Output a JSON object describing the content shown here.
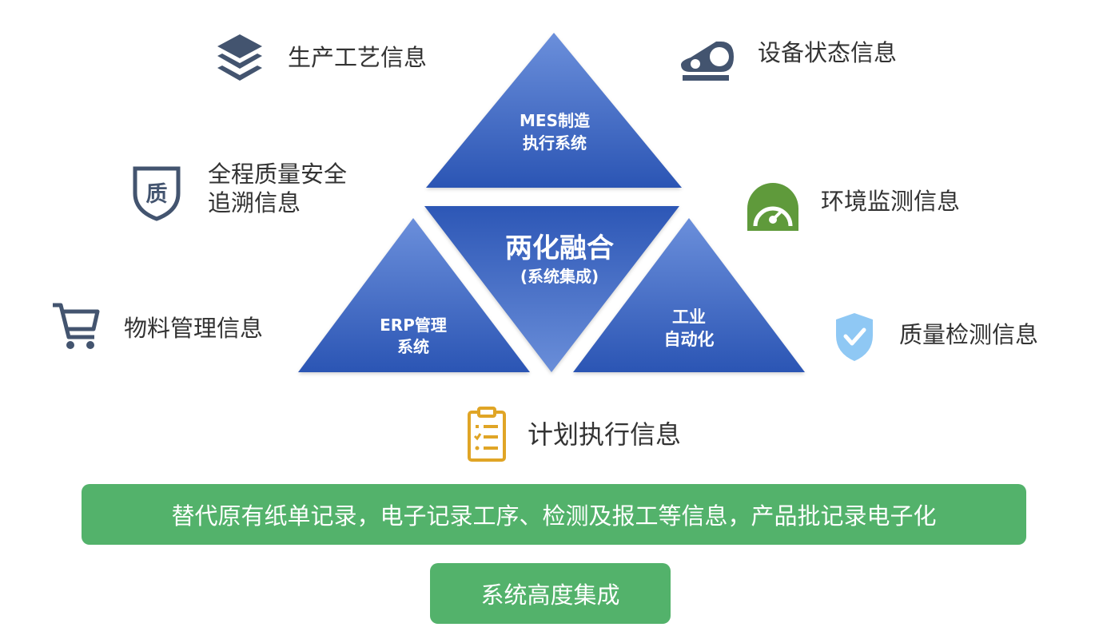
{
  "triangles": {
    "top": {
      "line1": "MES制造",
      "line2": "执行系统"
    },
    "center": {
      "title": "两化融合",
      "subtitle": "(系统集成)"
    },
    "left": {
      "line1": "ERP管理",
      "line2": "系统"
    },
    "right": {
      "line1": "工业",
      "line2": "自动化"
    }
  },
  "info_items": {
    "production": {
      "label": "生产工艺信息",
      "icon": "layers-icon"
    },
    "equipment": {
      "label": "设备状态信息",
      "icon": "equipment-icon"
    },
    "traceability": {
      "line1": "全程质量安全",
      "line2": "追溯信息",
      "icon": "quality-shield-icon"
    },
    "environment": {
      "label": "环境监测信息",
      "icon": "gauge-icon"
    },
    "material": {
      "label": "物料管理信息",
      "icon": "cart-icon"
    },
    "quality_check": {
      "label": "质量检测信息",
      "icon": "check-shield-icon"
    },
    "plan": {
      "label": "计划执行信息",
      "icon": "clipboard-icon"
    }
  },
  "banners": {
    "wide": "替代原有纸单记录，电子记录工序、检测及报工等信息，产品批记录电子化",
    "small": "系统高度集成"
  },
  "colors": {
    "triangle_light": "#5b83d6",
    "triangle_dark": "#2c56b5",
    "banner_green": "#53b26b",
    "icon_slate": "#43546f",
    "icon_green": "#5f9a3b",
    "icon_sky": "#8fc8f4",
    "icon_gold": "#e0a526"
  }
}
